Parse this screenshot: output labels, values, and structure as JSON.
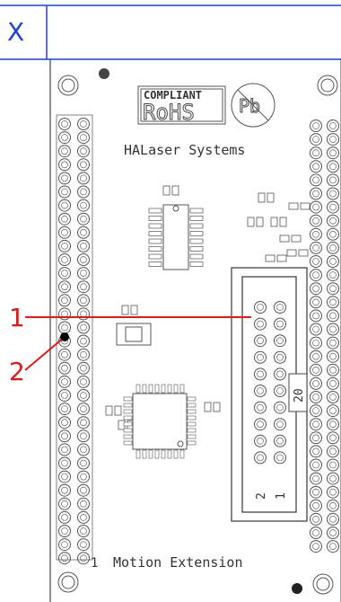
{
  "header": {
    "tab_label": "X",
    "accent_color": "#1f3fd6"
  },
  "board": {
    "logo_top": "COMPLIANT",
    "logo_main": "RoHS",
    "logo_pb": "Pb",
    "company": "HALaser Systems",
    "footer": "Motion Extension",
    "footer_pin": "1",
    "connector_pin20": "20",
    "connector_pin2": "2",
    "connector_pin1": "1"
  },
  "callouts": {
    "color": "#d81b1b",
    "items": [
      {
        "label": "1"
      },
      {
        "label": "2"
      }
    ]
  }
}
